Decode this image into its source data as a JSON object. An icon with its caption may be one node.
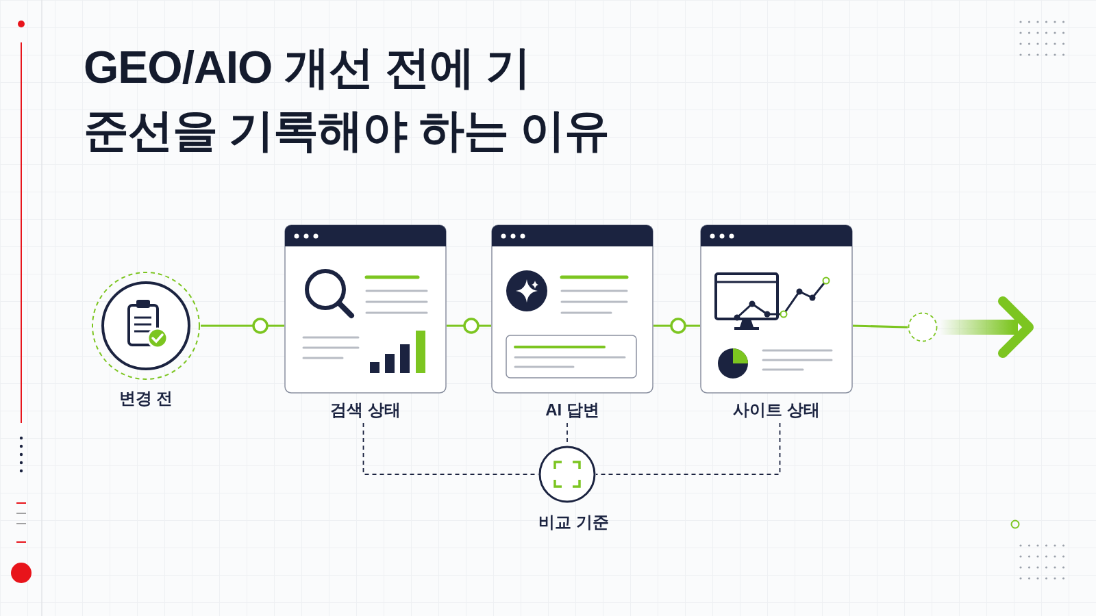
{
  "diagram": {
    "title": "GEO/AIO 개선 전에 기준선을 기록해야 하는 이유",
    "nodes": [
      {
        "text": [
          "변경 전"
        ]
      },
      {
        "text": [
          "검색 상태"
        ]
      },
      {
        "text": [
          "AI 답변"
        ]
      },
      {
        "text": [
          "사이트 상태"
        ]
      },
      {
        "text": [],
        "shape": "circle"
      },
      {
        "text": [
          "비교 기준"
        ]
      }
    ],
    "edges": [
      {
        "from": 0,
        "to": 1,
        "arrow": "none"
      },
      {
        "from": 1,
        "to": 2,
        "arrow": "none"
      },
      {
        "from": 2,
        "to": 3,
        "arrow": "none"
      },
      {
        "from": 3,
        "to": 4,
        "arrow": "none"
      },
      {
        "from": 1,
        "to": 5,
        "arrow": "none",
        "style": "dashed",
        "color": "#1b2340"
      },
      {
        "from": 2,
        "to": 5,
        "arrow": "none",
        "style": "dashed",
        "color": "#1b2340"
      },
      {
        "from": 3,
        "to": 5,
        "arrow": "none",
        "style": "dashed",
        "color": "#1b2340"
      },
      {
        "from": 4,
        "to": null,
        "arrow": "to",
        "style": "thick"
      }
    ]
  }
}
